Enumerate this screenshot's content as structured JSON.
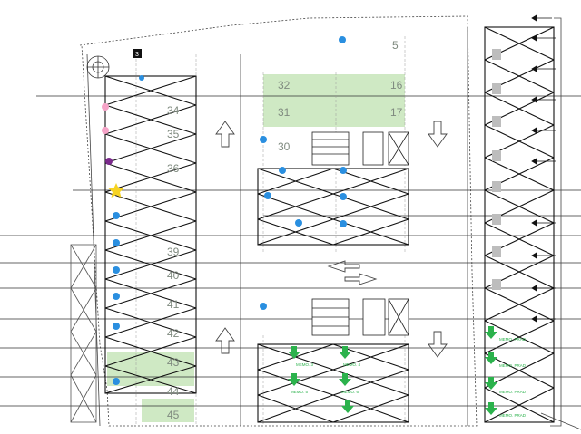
{
  "plan": {
    "title": "parking level plan",
    "bay_numbers": {
      "n5": "5",
      "n16": "16",
      "n17": "17",
      "n30": "30",
      "n31": "31",
      "n32": "32",
      "n34": "34",
      "n35": "35",
      "n36": "36",
      "n39": "39",
      "n40": "40",
      "n41": "41",
      "n42": "42",
      "n43": "43",
      "n44": "44",
      "n45": "45"
    },
    "green_labels": {
      "g1": "MEMO. 3",
      "g2": "MEMO. 4",
      "g3": "MEMO. 5",
      "g4": "MEMO. 6",
      "g5": "MEMO. PRAD",
      "g6": "MEMO. PRAD",
      "g7": "MEMO. PRAD",
      "g8": "MEMO. PRAD"
    },
    "marker_colors": {
      "blue": "#2a8fe0",
      "pink": "#f5a3c7",
      "purple": "#7b2a8c",
      "yellow": "#f6d323",
      "green_zone": "#cfe9c4",
      "arrow_green": "#2bb24c"
    },
    "stair_badge": "3"
  }
}
